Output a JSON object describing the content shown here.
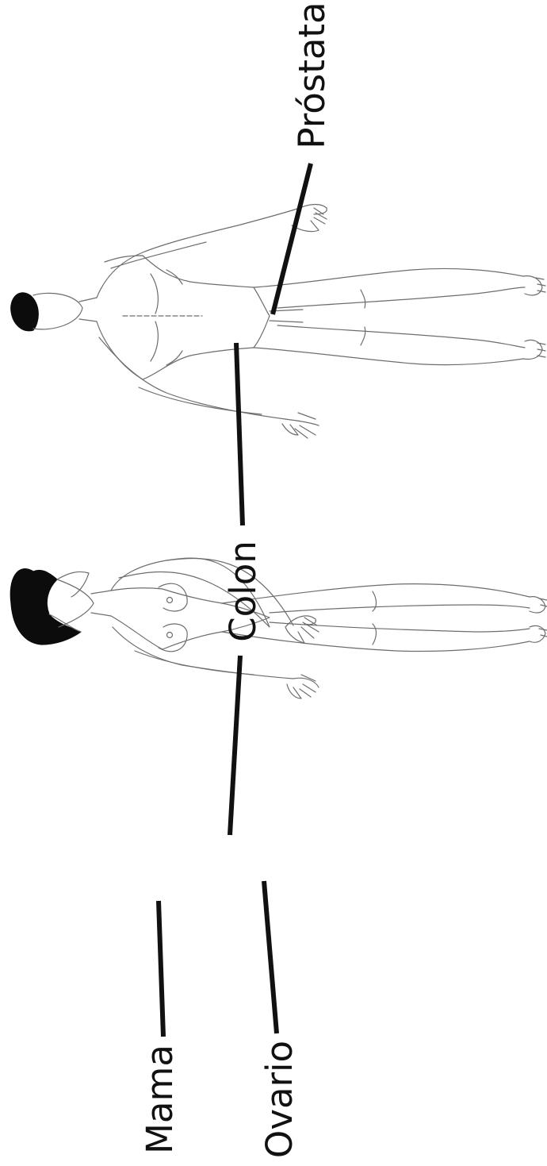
{
  "labels": {
    "mama": "Mama",
    "ovario": "Ovario",
    "colon": "Colon",
    "prostata": "Próstata"
  },
  "colors": {
    "ink": "#111111",
    "outline": "#6d6d6d",
    "hair": "#0c0c0c"
  }
}
